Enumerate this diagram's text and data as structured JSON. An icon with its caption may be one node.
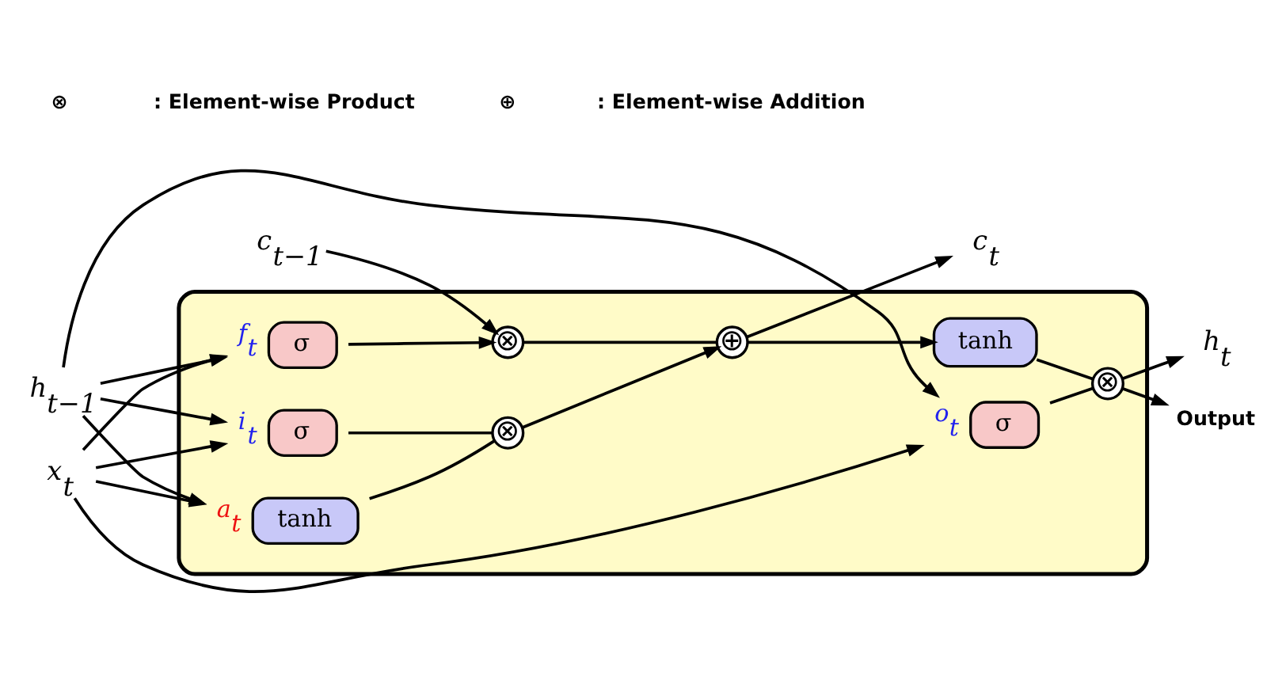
{
  "diagram": {
    "nodes": [
      {
        "text": [],
        "shape": "box"
      },
      {
        "text": [
          "c$_{t−1}$"
        ]
      },
      {
        "text": [
          "h$_{t−1}$"
        ]
      },
      {
        "text": [
          "x$_{t}$"
        ]
      },
      {
        "text": [
          "⊗"
        ],
        "in": 0
      },
      {
        "text": [
          "⊕"
        ],
        "in": 0
      },
      {
        "text": [
          "σ"
        ],
        "in": 0,
        "beside": [
          "f$_{t}$"
        ]
      },
      {
        "text": [
          "σ"
        ],
        "in": 0,
        "beside": [
          "i$_{t}$"
        ]
      },
      {
        "text": [
          "tanh"
        ],
        "in": 0,
        "beside": [
          "a$_{t}$"
        ]
      },
      {
        "text": [
          "⊗"
        ],
        "in": 0
      },
      {
        "text": [
          "σ"
        ],
        "in": 0,
        "beside": [
          "o$_{t}$"
        ]
      },
      {
        "text": [
          "tanh"
        ],
        "in": 0
      },
      {
        "text": [
          "⊗"
        ],
        "in": 0
      },
      {
        "text": [
          "c$_{t}$"
        ]
      },
      {
        "text": [
          "h$_{t}$"
        ]
      },
      {
        "text": [
          "Output"
        ]
      }
    ],
    "edges": [
      {
        "from": 1,
        "to": 4,
        "arrow": "to"
      },
      {
        "from": 4,
        "to": 5,
        "arrow": "none"
      },
      {
        "from": 5,
        "to": 13,
        "arrow": "to"
      },
      {
        "from": 5,
        "to": 11,
        "arrow": "to"
      },
      {
        "from": 2,
        "to": 6,
        "arrow": "to"
      },
      {
        "from": 2,
        "to": 7,
        "arrow": "to"
      },
      {
        "from": 2,
        "to": 8,
        "arrow": "to"
      },
      {
        "from": 2,
        "to": 10,
        "arrow": "to"
      },
      {
        "from": 3,
        "to": 6,
        "arrow": "to"
      },
      {
        "from": 3,
        "to": 7,
        "arrow": "to"
      },
      {
        "from": 3,
        "to": 8,
        "arrow": "to"
      },
      {
        "from": 3,
        "to": 10,
        "arrow": "to"
      },
      {
        "from": 6,
        "to": 4,
        "arrow": "to"
      },
      {
        "from": 7,
        "to": 9,
        "arrow": "none"
      },
      {
        "from": 8,
        "to": 9,
        "arrow": "none"
      },
      {
        "from": 9,
        "to": 5,
        "arrow": "to"
      },
      {
        "from": 10,
        "to": 12,
        "arrow": "none"
      },
      {
        "from": 11,
        "to": 12,
        "arrow": "none"
      },
      {
        "from": 12,
        "to": 14,
        "arrow": "to"
      },
      {
        "from": 12,
        "to": 15,
        "arrow": "to"
      }
    ],
    "labels": [
      "⊗",
      ": Element-wise Product",
      "⊕",
      ": Element-wise Addition"
    ]
  }
}
